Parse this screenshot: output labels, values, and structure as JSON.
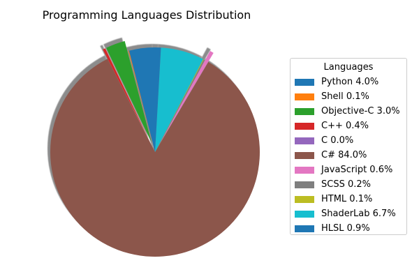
{
  "chart_data": {
    "type": "pie",
    "title": "Programming Languages Distribution",
    "legend_title": "Languages",
    "legend_position": "right",
    "shadow": true,
    "slices": [
      {
        "label": "Python 4.0%",
        "name": "Python",
        "value": 4.0,
        "color": "#1f77b4",
        "exploded": false
      },
      {
        "label": "Shell 0.1%",
        "name": "Shell",
        "value": 0.1,
        "color": "#ff7f0e",
        "exploded": false
      },
      {
        "label": "Objective-C 3.0%",
        "name": "Objective-C",
        "value": 3.0,
        "color": "#2ca02c",
        "exploded": true
      },
      {
        "label": "C++ 0.4%",
        "name": "C++",
        "value": 0.4,
        "color": "#d62728",
        "exploded": true
      },
      {
        "label": "C 0.0%",
        "name": "C",
        "value": 0.0,
        "color": "#9467bd",
        "exploded": false
      },
      {
        "label": "C# 84.0%",
        "name": "C#",
        "value": 84.0,
        "color": "#8c564b",
        "exploded": false
      },
      {
        "label": "JavaScript 0.6%",
        "name": "JavaScript",
        "value": 0.6,
        "color": "#e377c2",
        "exploded": true
      },
      {
        "label": "SCSS 0.2%",
        "name": "SCSS",
        "value": 0.2,
        "color": "#7f7f7f",
        "exploded": false
      },
      {
        "label": "HTML 0.1%",
        "name": "HTML",
        "value": 0.1,
        "color": "#bcbd22",
        "exploded": false
      },
      {
        "label": "ShaderLab 6.7%",
        "name": "ShaderLab",
        "value": 6.7,
        "color": "#17becf",
        "exploded": false
      },
      {
        "label": "HLSL 0.9%",
        "name": "HLSL",
        "value": 0.9,
        "color": "#1f77b4",
        "exploded": false
      }
    ]
  }
}
